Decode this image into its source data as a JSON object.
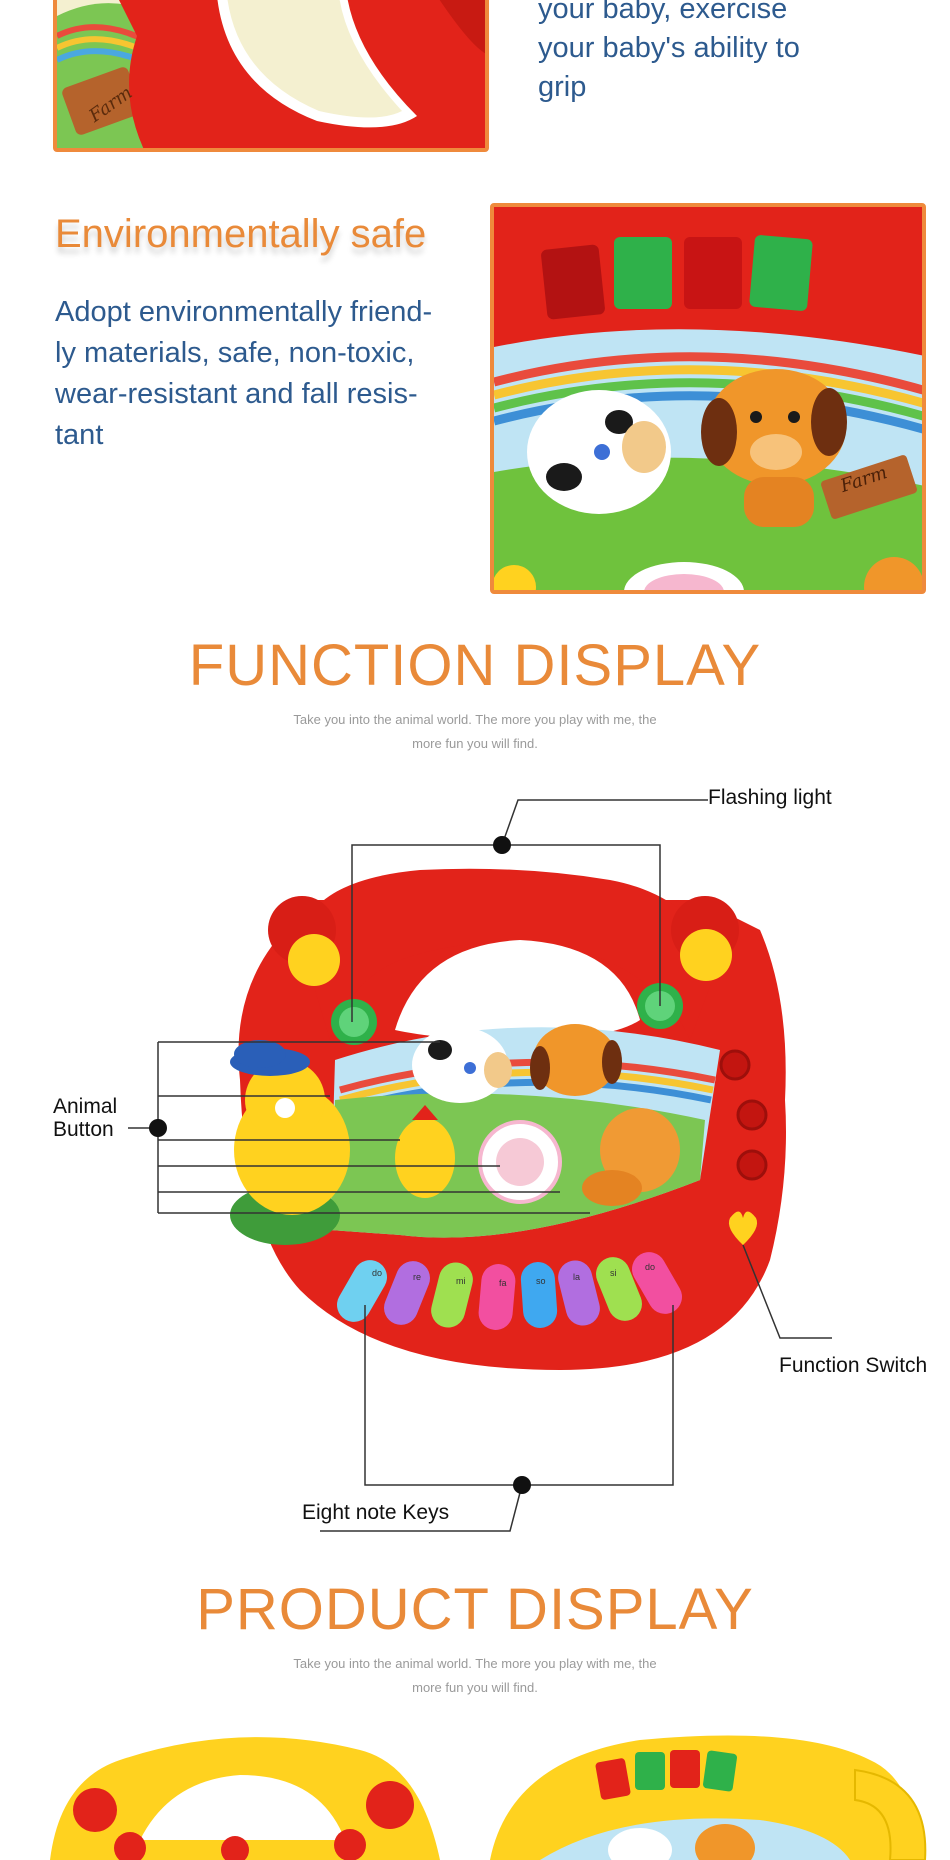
{
  "grip_section": {
    "text_lines": [
      "your baby, exercise",
      "your baby's ability to",
      "grip"
    ]
  },
  "safe_section": {
    "title": "Environmentally safe",
    "body_lines": [
      "Adopt environmentally friend-",
      "ly materials, safe, non-toxic,",
      "wear-resistant and fall resis-",
      "tant"
    ],
    "photo_sign": "Farm"
  },
  "grip_photo": {
    "sign": "Farm"
  },
  "function_display": {
    "title": "FUNCTION DISPLAY",
    "subtitle_lines": [
      "Take you into the animal world. The more you play with me, the",
      "more fun you will find."
    ],
    "callouts": {
      "flashing_light": "Flashing light",
      "animal_button_line1": "Animal",
      "animal_button_line2": "Button",
      "function_switch": "Function Switch",
      "eight_note_keys": "Eight note Keys"
    },
    "note_keys": [
      "do",
      "re",
      "mi",
      "fa",
      "so",
      "la",
      "si",
      "do"
    ]
  },
  "product_display": {
    "title": "PRODUCT DISPLAY",
    "subtitle_lines": [
      "Take you into the animal world. The more you play with me, the",
      "more fun you will find."
    ]
  },
  "colors": {
    "accent_orange": "#e98a39",
    "text_blue": "#2d5a8e",
    "toy_red": "#e2231a",
    "toy_yellow": "#ffd21f"
  }
}
